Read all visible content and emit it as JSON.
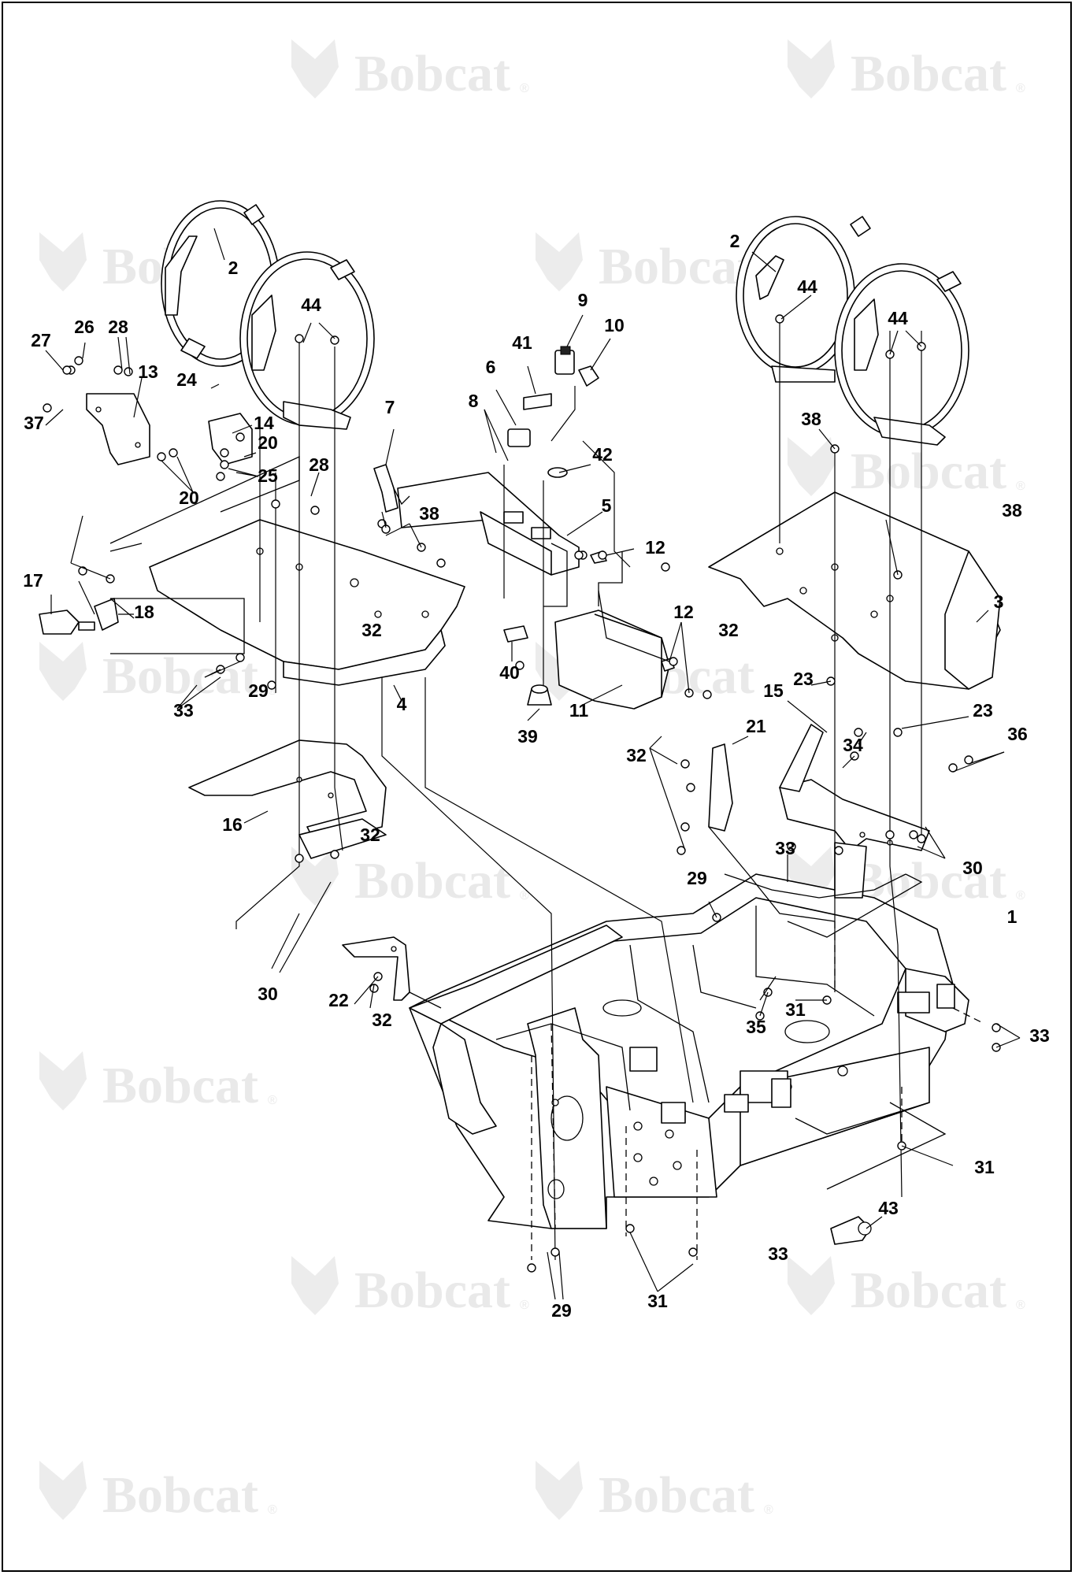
{
  "watermark": {
    "brand": "Bobcat",
    "registered": "®"
  },
  "callouts": [
    {
      "label": "1"
    },
    {
      "label": "2"
    },
    {
      "label": "2"
    },
    {
      "label": "3"
    },
    {
      "label": "4"
    },
    {
      "label": "5"
    },
    {
      "label": "6"
    },
    {
      "label": "7"
    },
    {
      "label": "8"
    },
    {
      "label": "9"
    },
    {
      "label": "10"
    },
    {
      "label": "11"
    },
    {
      "label": "12"
    },
    {
      "label": "12"
    },
    {
      "label": "13"
    },
    {
      "label": "14"
    },
    {
      "label": "15"
    },
    {
      "label": "16"
    },
    {
      "label": "17"
    },
    {
      "label": "18"
    },
    {
      "label": "20"
    },
    {
      "label": "20"
    },
    {
      "label": "21"
    },
    {
      "label": "22"
    },
    {
      "label": "23"
    },
    {
      "label": "23"
    },
    {
      "label": "24"
    },
    {
      "label": "25"
    },
    {
      "label": "26"
    },
    {
      "label": "27"
    },
    {
      "label": "28"
    },
    {
      "label": "28"
    },
    {
      "label": "29"
    },
    {
      "label": "29"
    },
    {
      "label": "29"
    },
    {
      "label": "30"
    },
    {
      "label": "30"
    },
    {
      "label": "31"
    },
    {
      "label": "31"
    },
    {
      "label": "31"
    },
    {
      "label": "32"
    },
    {
      "label": "32"
    },
    {
      "label": "32"
    },
    {
      "label": "32"
    },
    {
      "label": "32"
    },
    {
      "label": "33"
    },
    {
      "label": "33"
    },
    {
      "label": "33"
    },
    {
      "label": "33"
    },
    {
      "label": "34"
    },
    {
      "label": "35"
    },
    {
      "label": "36"
    },
    {
      "label": "37"
    },
    {
      "label": "38"
    },
    {
      "label": "38"
    },
    {
      "label": "38"
    },
    {
      "label": "39"
    },
    {
      "label": "40"
    },
    {
      "label": "41"
    },
    {
      "label": "42"
    },
    {
      "label": "43"
    },
    {
      "label": "44"
    },
    {
      "label": "44"
    },
    {
      "label": "44"
    }
  ]
}
